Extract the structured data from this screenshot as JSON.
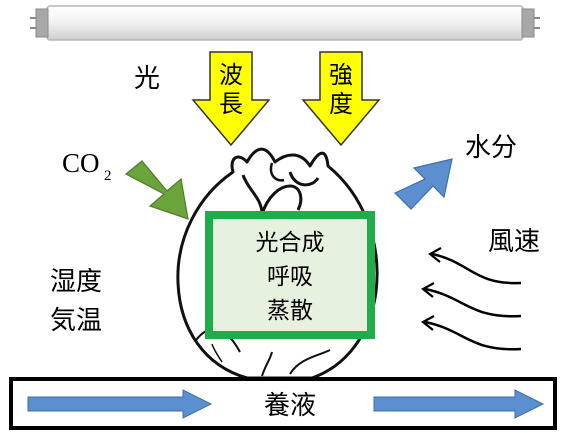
{
  "labels": {
    "light": "光",
    "wavelength": [
      "波",
      "長"
    ],
    "intensity": [
      "強",
      "度"
    ],
    "co2_main": "CO",
    "co2_sub": "2",
    "moisture": "水分",
    "wind_speed": "風速",
    "humidity": "湿度",
    "air_temp": "気温",
    "processes": [
      "光合成",
      "呼吸",
      "蒸散"
    ],
    "nutrient_solution": "養液"
  },
  "colors": {
    "yellow_arrow": "#ffff00",
    "green_arrow": "#6aa43a",
    "blue_arrow": "#5b8fd0",
    "process_box_border": "#1fad4c",
    "process_box_fill": "#e7f1df"
  }
}
